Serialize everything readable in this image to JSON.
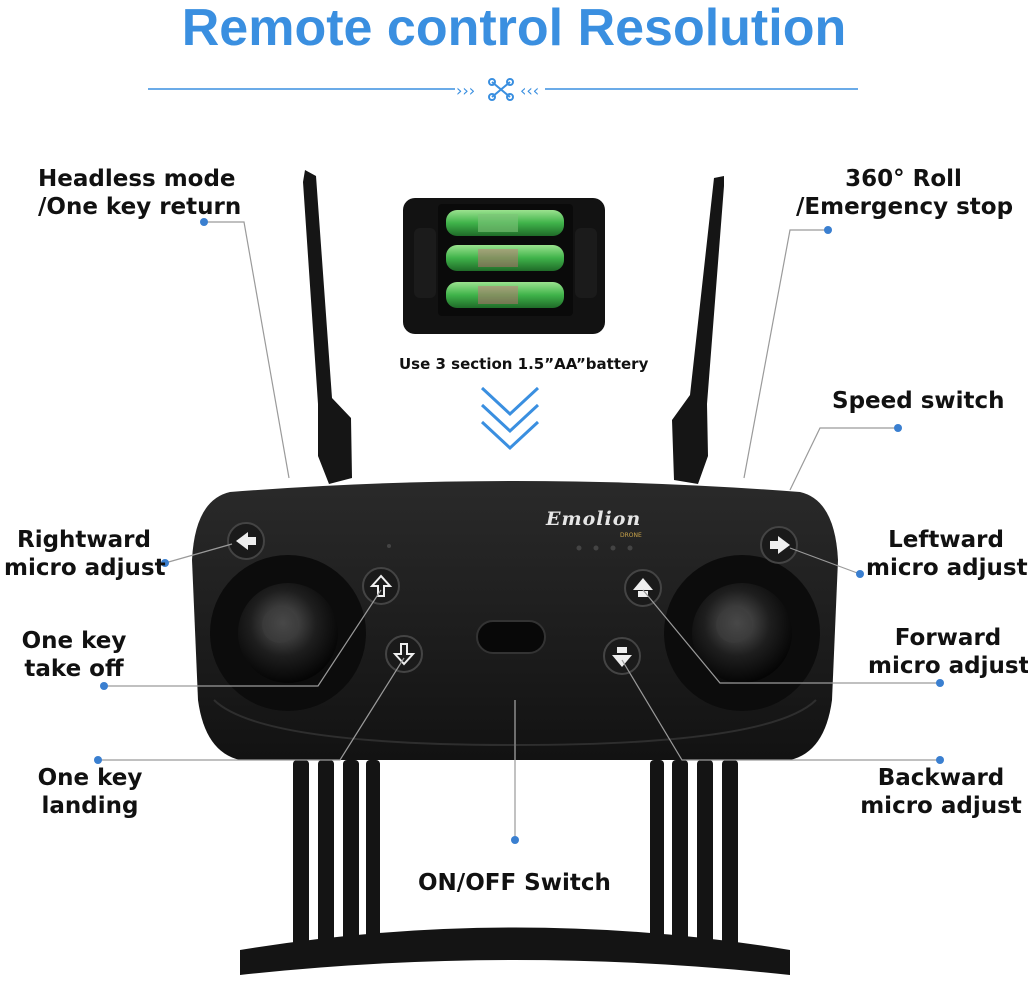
{
  "title": "Remote control Resolution",
  "battery_caption": "Use 3 section 1.5”AA”battery",
  "brand": {
    "name": "Emolion",
    "sub": "DRONE"
  },
  "labels": {
    "headless": [
      "Headless mode",
      "/One key return"
    ],
    "roll": [
      "360° Roll",
      "/Emergency stop"
    ],
    "speed": "Speed switch",
    "rightward": [
      "Rightward",
      "micro adjust"
    ],
    "leftward": [
      "Leftward",
      "micro adjust"
    ],
    "takeoff": [
      "One key",
      "take off"
    ],
    "forward": [
      "Forward",
      "micro adjust"
    ],
    "landing": [
      "One key",
      "landing"
    ],
    "backward": [
      "Backward",
      "micro adjust"
    ],
    "onoff": "ON/OFF Switch"
  },
  "colors": {
    "accent": "#3a8fe0",
    "controller": "#1c1c1c",
    "leader_dot": "#3a7fd0"
  },
  "icons": [
    "drone-divider-icon",
    "chevron-down-icon",
    "arrow-left-icon",
    "arrow-right-icon",
    "arrow-up-icon",
    "arrow-down-icon"
  ]
}
